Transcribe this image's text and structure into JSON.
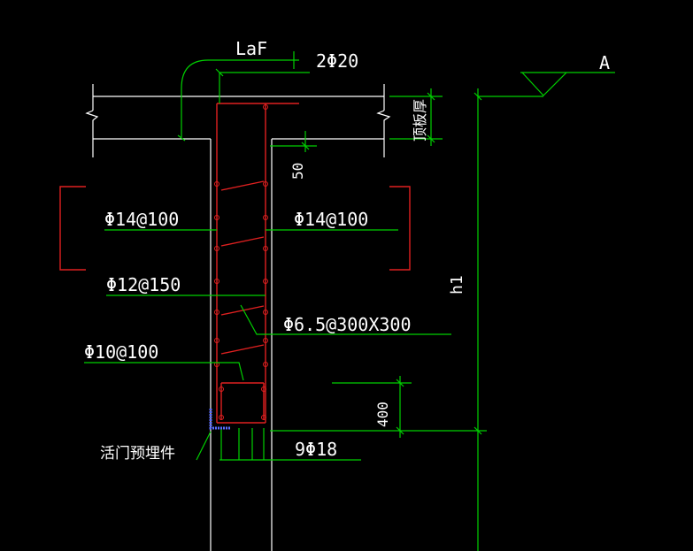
{
  "labels": {
    "laf": "LaF",
    "top_bars": "2Φ20",
    "datum": "A",
    "slab_thickness": "顶板厚",
    "offset_50": "50",
    "left_bars_1": "Φ14@100",
    "right_bars_1": "Φ14@100",
    "left_bars_2": "Φ12@150",
    "ties": "Φ6.5@300X300",
    "left_bars_3": "Φ10@100",
    "h1": "h1",
    "dim_400": "400",
    "embed": "活门预埋件",
    "bottom_bars": "9Φ18"
  },
  "colors": {
    "background": "#000000",
    "outline": "#ffffff",
    "dimension": "#00d000",
    "rebar": "#e02020",
    "embed": "#5a6cff"
  }
}
